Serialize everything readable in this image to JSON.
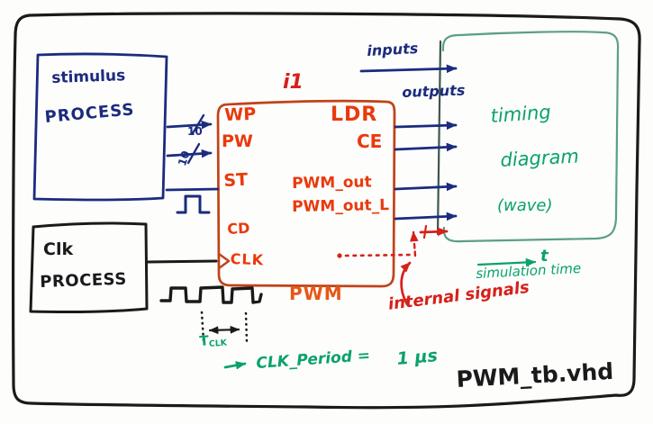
{
  "diagram": {
    "file_name": "PWM_tb.vhd",
    "stimulus_process": {
      "line1": "stimulus",
      "line2": "PROCESS"
    },
    "clk_process": {
      "line1": "Clk",
      "line2": "PROCESS"
    },
    "dut": {
      "instance_label": "i1",
      "component_label": "PWM",
      "ports_left": [
        "WP",
        "PW",
        "ST",
        "CD",
        "CLK"
      ],
      "ports_right": [
        "LDR",
        "CE",
        "PWM_out",
        "PWM_out_L"
      ]
    },
    "bus_widths": {
      "wp": "10",
      "pw": "10"
    },
    "flow_labels": {
      "inputs": "inputs",
      "outputs": "outputs"
    },
    "timing_box": {
      "line1": "timing",
      "line2": "diagram",
      "line3": "(wave)"
    },
    "time_axis": {
      "symbol": "t",
      "caption": "simulation time"
    },
    "clock_annotation": {
      "period_symbol": "T",
      "period_symbol_sub": "CLK",
      "period_label": "CLK_Period =",
      "period_value": "1 μs"
    },
    "internal_signals_label": "internal signals"
  },
  "colors": {
    "ink": "#1a1a1a",
    "navy": "#1b2b7e",
    "orange": "#c04318",
    "port-red": "#ea390c",
    "red": "#d62019",
    "orange-text": "#e55816",
    "green": "#0aa26b",
    "green-box": "#5b9f86",
    "teal-line": "#3d564f"
  }
}
